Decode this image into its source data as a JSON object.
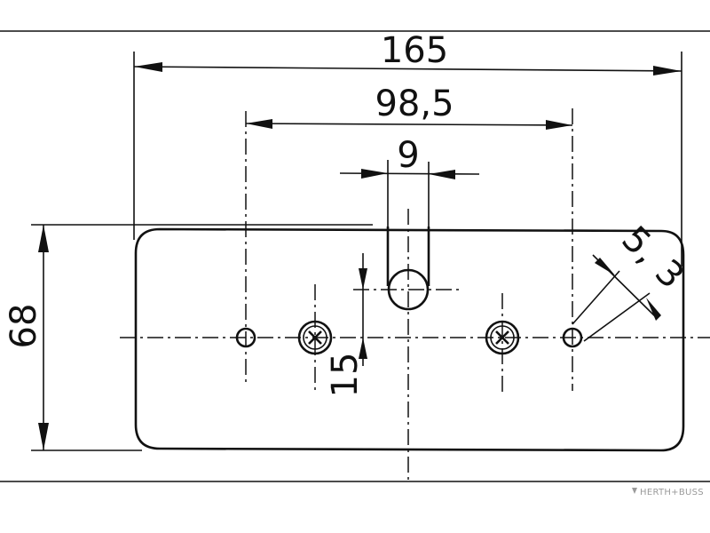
{
  "dimensions": {
    "overall_width": "165",
    "hole_spacing": "98,5",
    "slot_width": "9",
    "height": "68",
    "offset": "15",
    "hole_diameter_part1": "5,",
    "hole_diameter_part2": "3"
  },
  "watermark": {
    "brand": "HERTH+BUSS"
  },
  "colors": {
    "ink": "#111111",
    "watermark": "#9a9a9a",
    "background": "#ffffff"
  }
}
